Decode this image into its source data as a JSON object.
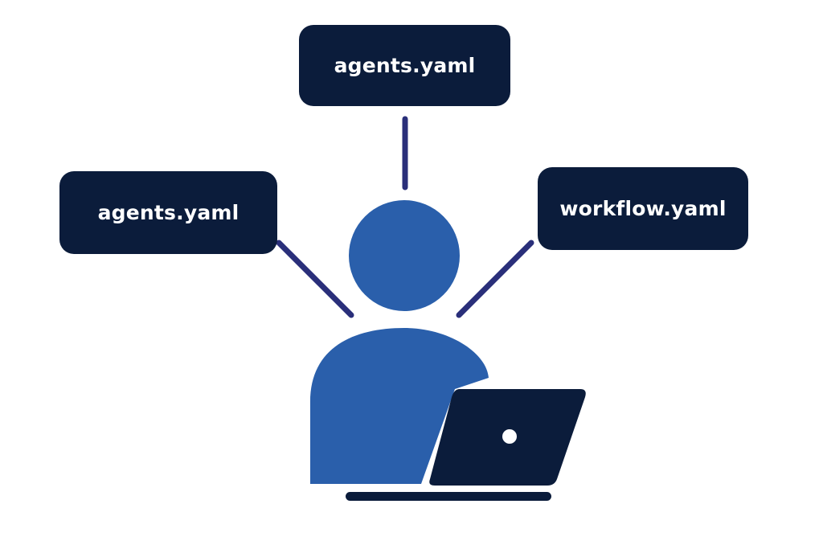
{
  "diagram": {
    "files": [
      {
        "label": "agents.yaml"
      },
      {
        "label": "agents.yaml"
      },
      {
        "label": "workflow.yaml"
      }
    ]
  },
  "colors": {
    "box": "#0b1c3b",
    "label": "#ffffff",
    "connector": "#2a2f7a",
    "person": "#2a5fab",
    "laptop": "#0b1c3b",
    "laptop_dot": "#ffffff"
  },
  "icons": [
    "person-icon",
    "laptop-icon"
  ]
}
